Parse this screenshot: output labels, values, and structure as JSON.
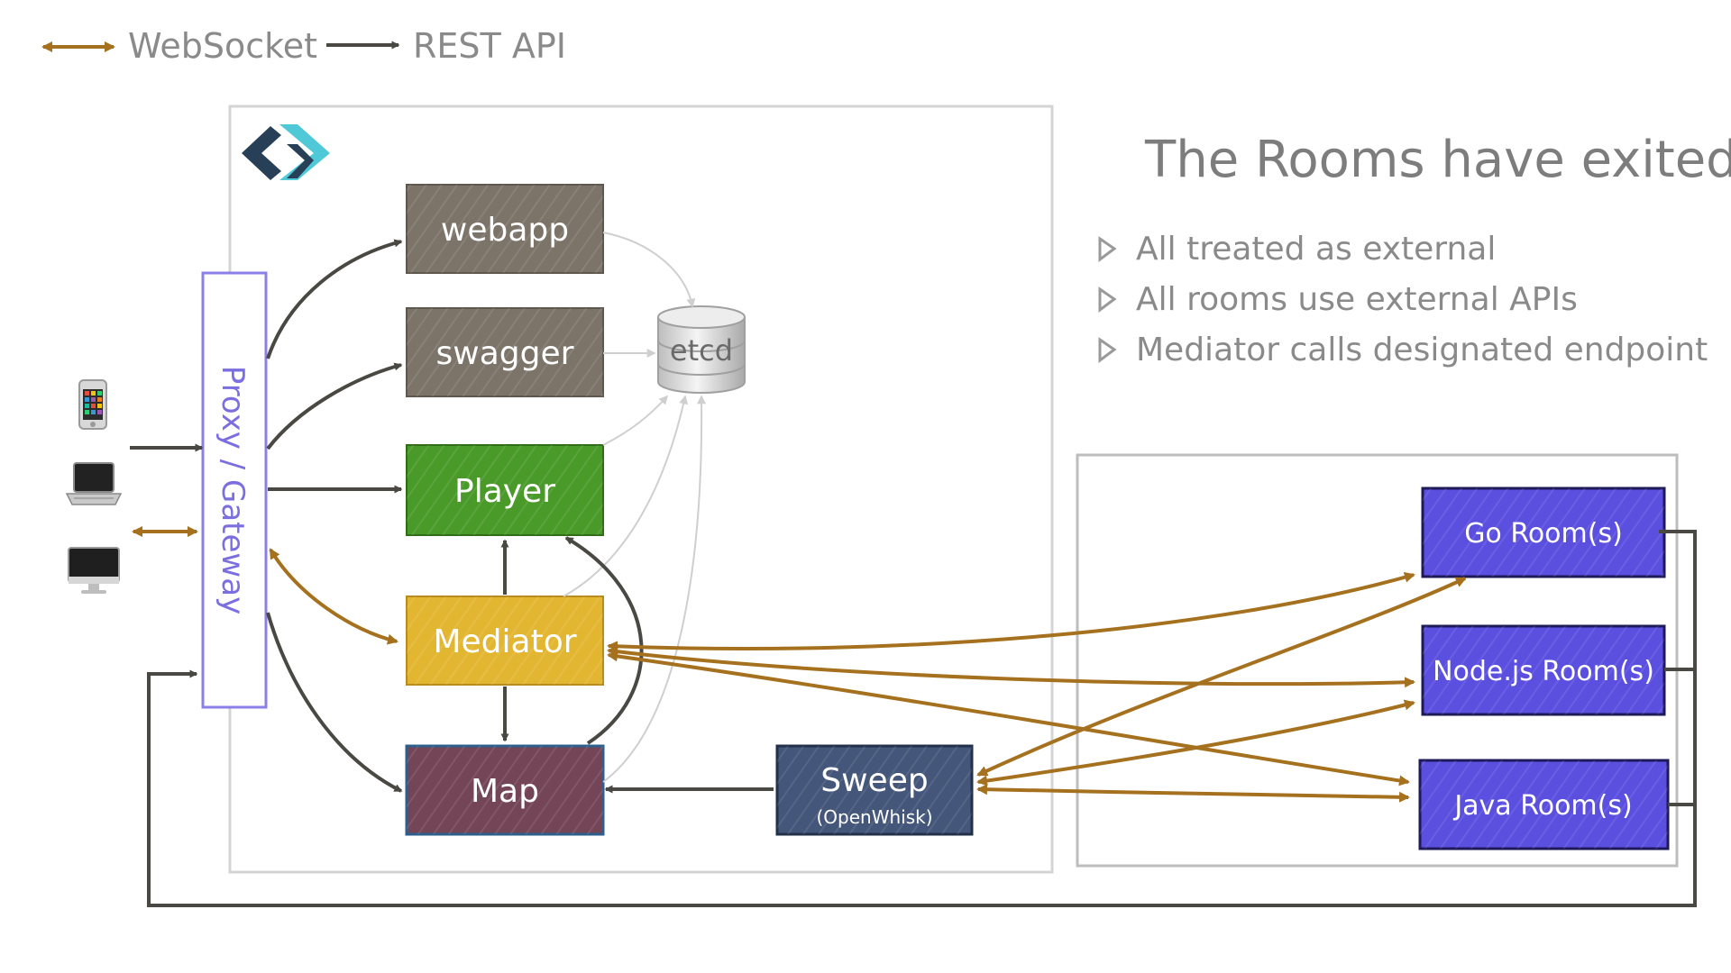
{
  "legend": {
    "websocket_label": "WebSocket",
    "rest_label": "REST API",
    "websocket_color": "#a5711f",
    "rest_color": "#4a4843"
  },
  "heading": {
    "title": "The Rooms have exited",
    "bullets": [
      "All treated as external",
      "All rooms use external APIs",
      "Mediator calls designated endpoint"
    ]
  },
  "clients": {
    "icons": [
      "phone-icon",
      "laptop-icon",
      "desktop-icon"
    ]
  },
  "gateway": {
    "label": "Proxy / Gateway",
    "border_color": "#8b7fe8"
  },
  "services": {
    "webapp": "webapp",
    "swagger": "swagger",
    "etcd": "etcd",
    "player": "Player",
    "mediator": "Mediator",
    "map": "Map",
    "sweep": "Sweep",
    "sweep_sub": "(OpenWhisk)"
  },
  "rooms": {
    "go": "Go Room(s)",
    "node": "Node.js Room(s)",
    "java": "Java Room(s)"
  },
  "colors": {
    "webapp": "#7c7469",
    "swagger": "#7c7469",
    "player": "#4a9a2a",
    "mediator": "#e3b632",
    "map": "#744557",
    "sweep": "#445679",
    "room": "#5b4fe0",
    "logo_dark": "#274057",
    "logo_light": "#4fc9d8"
  }
}
